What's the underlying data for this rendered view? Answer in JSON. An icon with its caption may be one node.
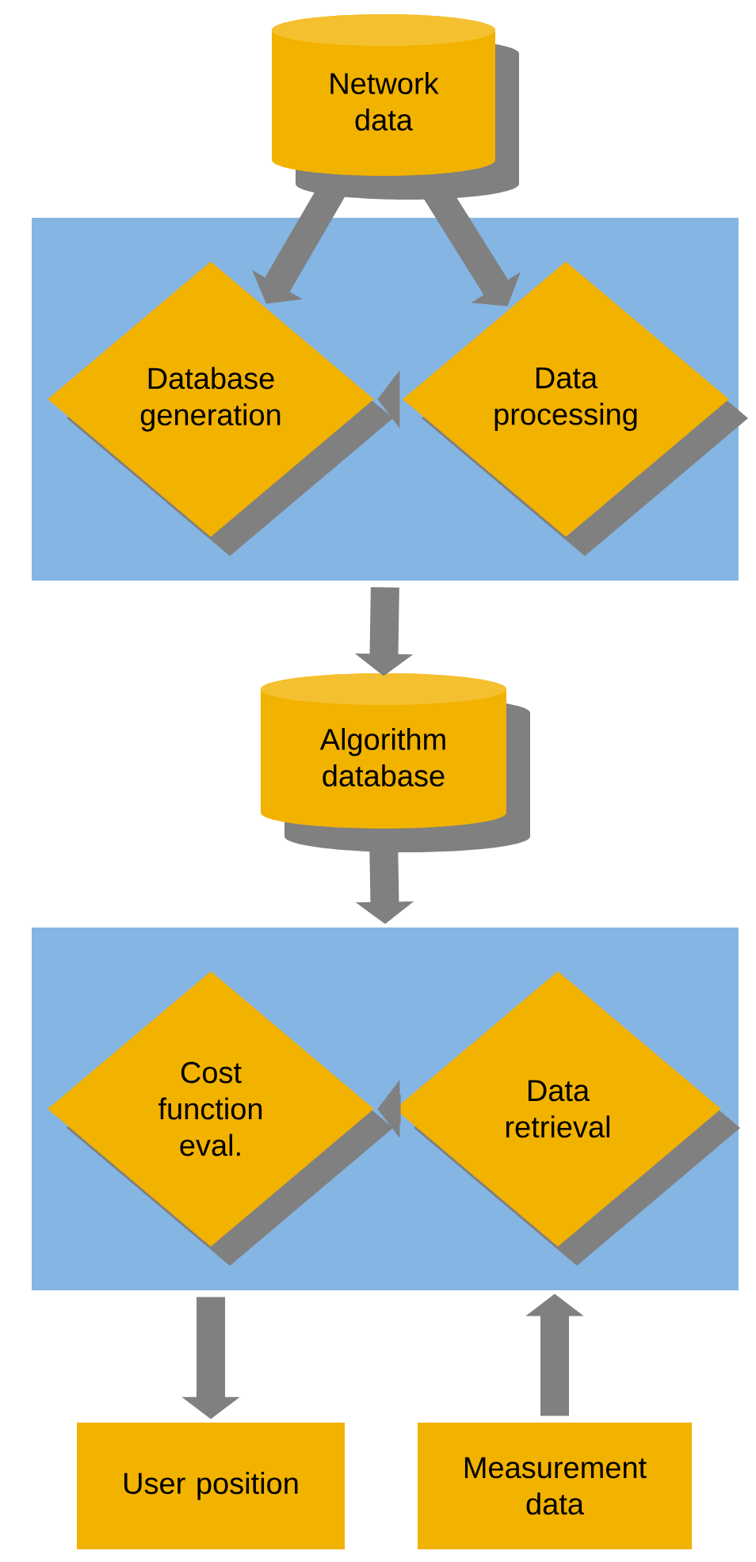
{
  "diagram": {
    "nodes": [
      {
        "text": [
          "Network data"
        ]
      },
      {
        "text": [],
        "shape": "box"
      },
      {
        "text": [
          "Database generation"
        ],
        "in": 1
      },
      {
        "text": [
          "Data processing"
        ],
        "in": 1
      },
      {
        "text": [
          "Algorithm database"
        ]
      },
      {
        "text": [],
        "shape": "box"
      },
      {
        "text": [
          "Cost function eval."
        ],
        "in": 5
      },
      {
        "text": [
          "Data retrieval"
        ],
        "in": 5
      },
      {
        "text": [
          "User position"
        ]
      },
      {
        "text": [
          "Measurement data"
        ]
      }
    ],
    "edges": [
      {
        "from": 0,
        "to": 2,
        "arrow": "to"
      },
      {
        "from": 0,
        "to": 3,
        "arrow": "to"
      },
      {
        "from": 3,
        "to": 2,
        "arrow": "to"
      },
      {
        "from": 1,
        "to": 4,
        "arrow": "to"
      },
      {
        "from": 4,
        "to": 5,
        "arrow": "to"
      },
      {
        "from": 7,
        "to": 6,
        "arrow": "to"
      },
      {
        "from": 5,
        "to": 8,
        "arrow": "to"
      },
      {
        "from": 9,
        "to": 5,
        "arrow": "to"
      }
    ]
  }
}
